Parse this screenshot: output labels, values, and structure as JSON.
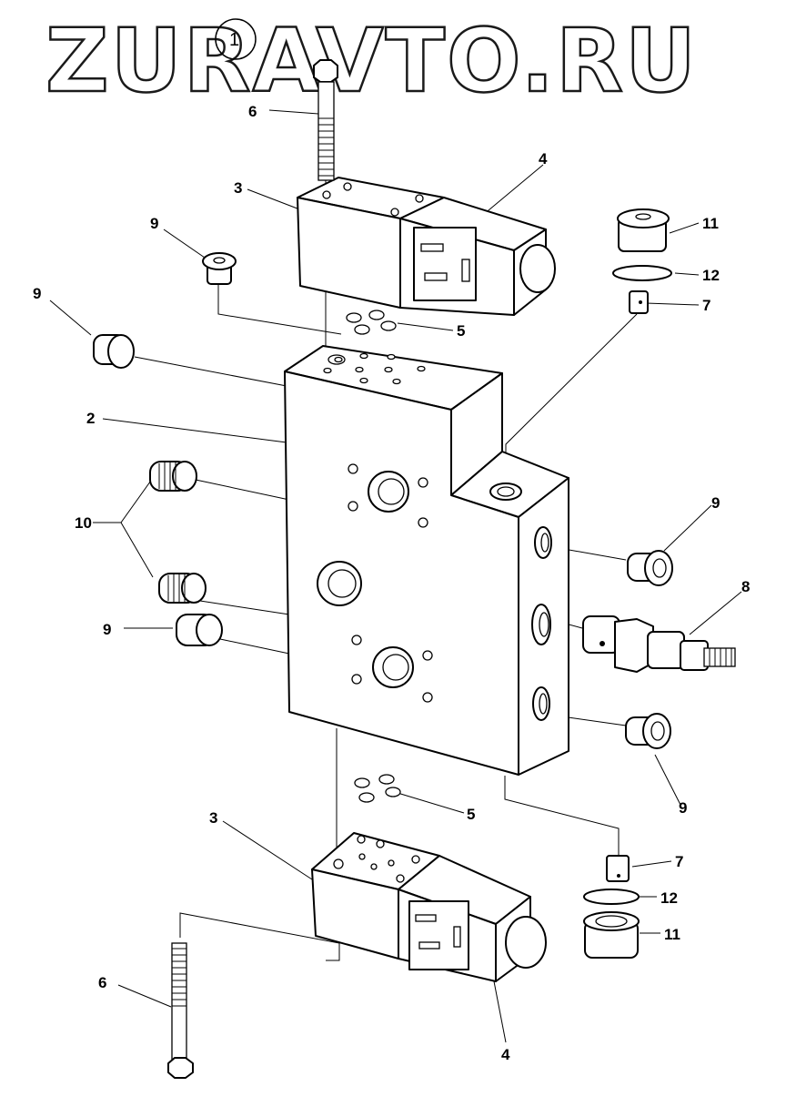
{
  "watermark": "ZURAVTO.RU",
  "diagram_number": "1",
  "callouts": {
    "c6_top": "6",
    "c3_top": "3",
    "c4_top": "4",
    "c9_top": "9",
    "c11_top": "11",
    "c12_top": "12",
    "c7_top": "7",
    "c9_left": "9",
    "c5_top": "5",
    "c2": "2",
    "c10": "10",
    "c9_right": "9",
    "c8": "8",
    "c9_mid": "9",
    "c9_lower": "9",
    "c5_bottom": "5",
    "c3_bottom": "3",
    "c7_bottom": "7",
    "c12_bottom": "12",
    "c11_bottom": "11",
    "c6_bottom": "6",
    "c4_bottom": "4"
  }
}
